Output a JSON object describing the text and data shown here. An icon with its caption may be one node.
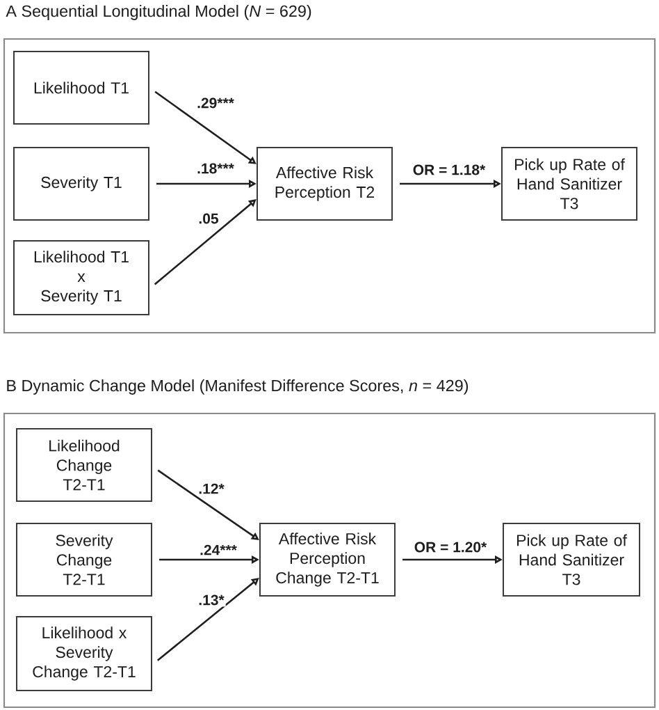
{
  "diagram": {
    "nodes": [
      {
        "text": [
          "A Sequential Longitudinal Model (*N* = 629)"
        ]
      },
      {
        "text": [
          "Likelihood T1"
        ],
        "in": 0
      },
      {
        "text": [
          "Severity T1"
        ],
        "in": 0
      },
      {
        "text": [
          "Likelihood T1 x Severity T1"
        ],
        "in": 0
      },
      {
        "text": [
          "Affective Risk Perception T2"
        ],
        "in": 0
      },
      {
        "text": [
          "Pick up Rate of Hand Sanitizer T3"
        ],
        "in": 0
      },
      {
        "text": [
          "B Dynamic Change Model (Manifest Difference Scores, *n* = 429)"
        ]
      },
      {
        "text": [
          "Likelihood Change T2-T1"
        ],
        "in": 6
      },
      {
        "text": [
          "Severity Change T2-T1"
        ],
        "in": 6
      },
      {
        "text": [
          "Likelihood x Severity Change T2-T1"
        ],
        "in": 6
      },
      {
        "text": [
          "Affective Risk Perception Change T2-T1"
        ],
        "in": 6
      },
      {
        "text": [
          "Pick up Rate of Hand Sanitizer T3"
        ],
        "in": 6
      }
    ],
    "edges": [
      {
        "from": 1,
        "to": 4,
        "arrow": "to",
        "label": ".29***"
      },
      {
        "from": 2,
        "to": 4,
        "arrow": "to",
        "label": ".18***"
      },
      {
        "from": 3,
        "to": 4,
        "arrow": "to",
        "label": ".05"
      },
      {
        "from": 4,
        "to": 5,
        "arrow": "to",
        "label": "OR = 1.18*"
      },
      {
        "from": 7,
        "to": 10,
        "arrow": "to",
        "label": ".12*"
      },
      {
        "from": 8,
        "to": 10,
        "arrow": "to",
        "label": ".24***"
      },
      {
        "from": 9,
        "to": 10,
        "arrow": "to",
        "label": ".13*"
      },
      {
        "from": 10,
        "to": 11,
        "arrow": "to",
        "label": "OR = 1.20*"
      }
    ]
  }
}
